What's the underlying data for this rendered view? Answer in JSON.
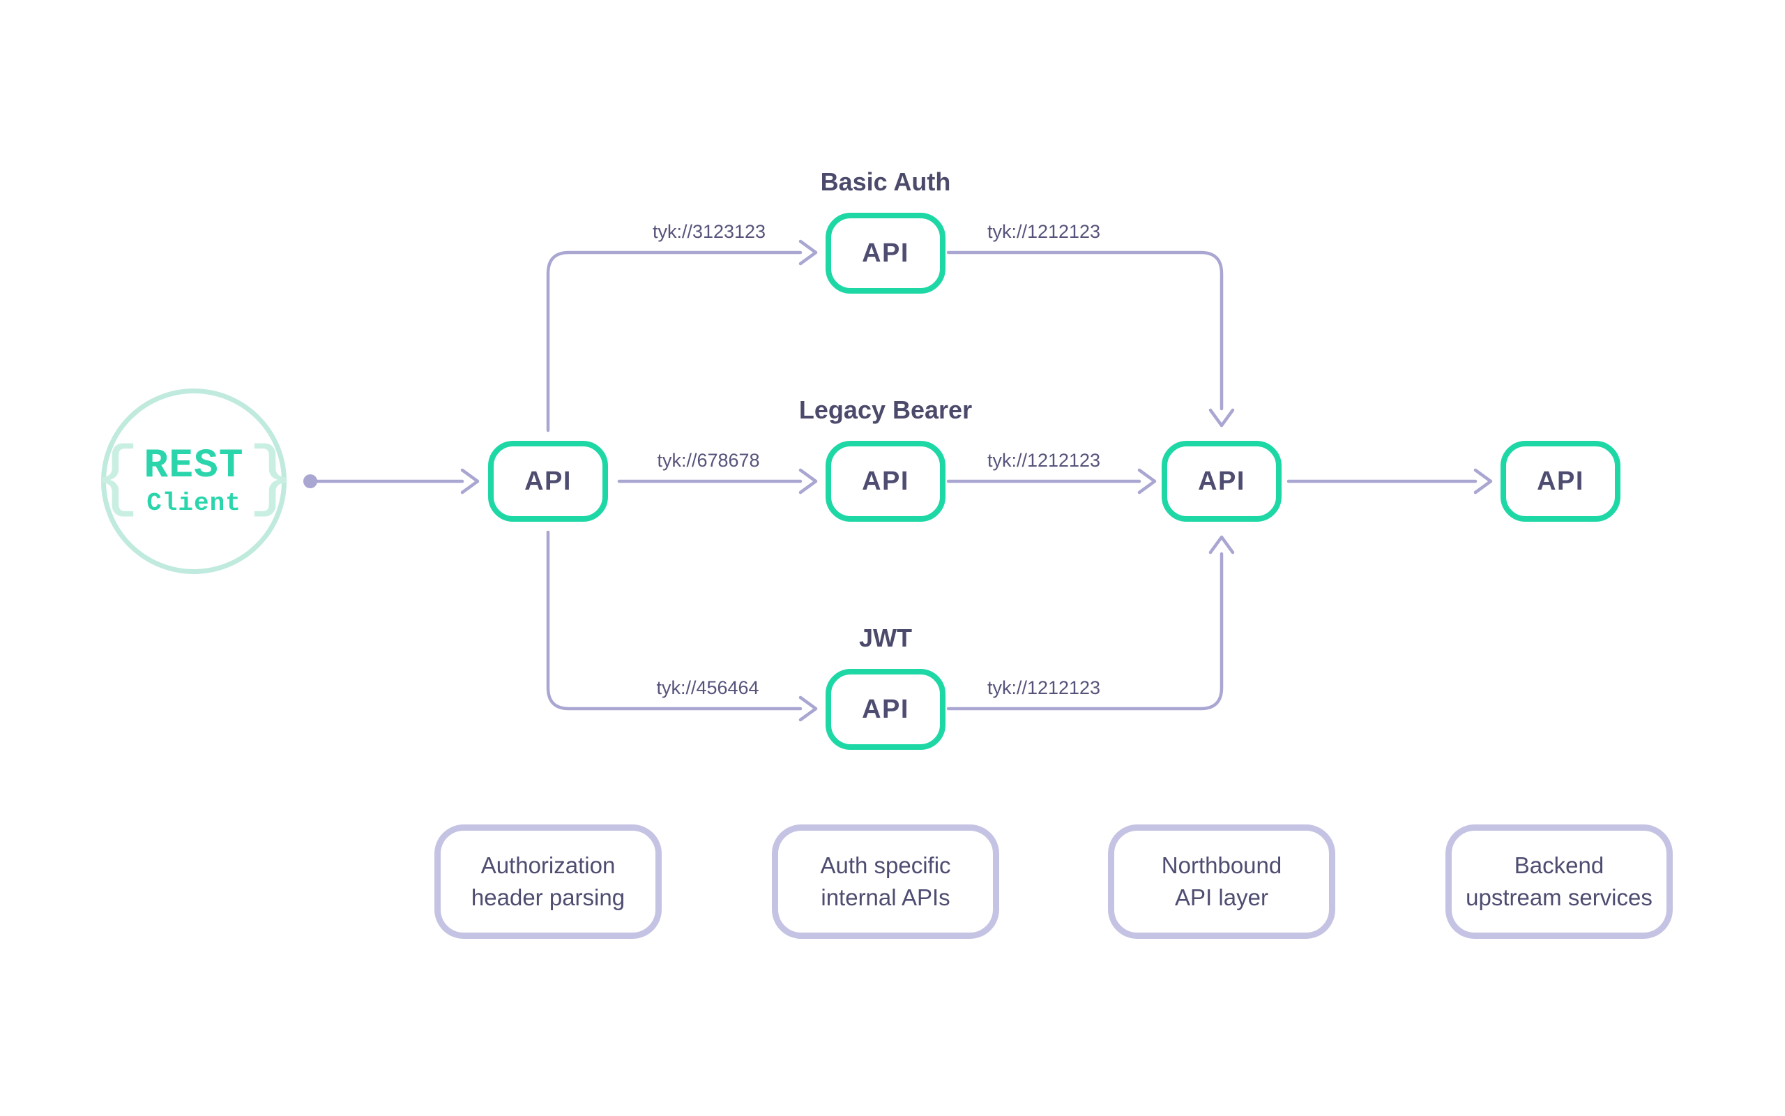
{
  "colors": {
    "api_border_teal": "#1dd7a5",
    "wire_lavender": "#a9a6d2",
    "footer_border_lavender": "#c5c3e3",
    "text_dark_slate": "#4e4d71",
    "client_teal_text": "#2bd5ac",
    "client_mint_ring": "#bfeadd"
  },
  "client": {
    "brace_left": "{",
    "name": "REST",
    "type": "Client"
  },
  "nodes": {
    "ingress_api": "API",
    "basic_auth_api": "API",
    "legacy_bearer_api": "API",
    "jwt_api": "API",
    "northbound_api": "API",
    "backend_api": "API"
  },
  "lanes": {
    "basic_auth": {
      "title": "Basic Auth",
      "in_label": "tyk://3123123",
      "out_label": "tyk://1212123"
    },
    "legacy_bearer": {
      "title": "Legacy Bearer",
      "in_label": "tyk://678678",
      "out_label": "tyk://1212123"
    },
    "jwt": {
      "title": "JWT",
      "in_label": "tyk://456464",
      "out_label": "tyk://1212123"
    }
  },
  "footers": [
    {
      "line1": "Authorization",
      "line2": "header parsing"
    },
    {
      "line1": "Auth specific",
      "line2": "internal APIs"
    },
    {
      "line1": "Northbound",
      "line2": "API layer"
    },
    {
      "line1": "Backend",
      "line2": "upstream services"
    }
  ]
}
